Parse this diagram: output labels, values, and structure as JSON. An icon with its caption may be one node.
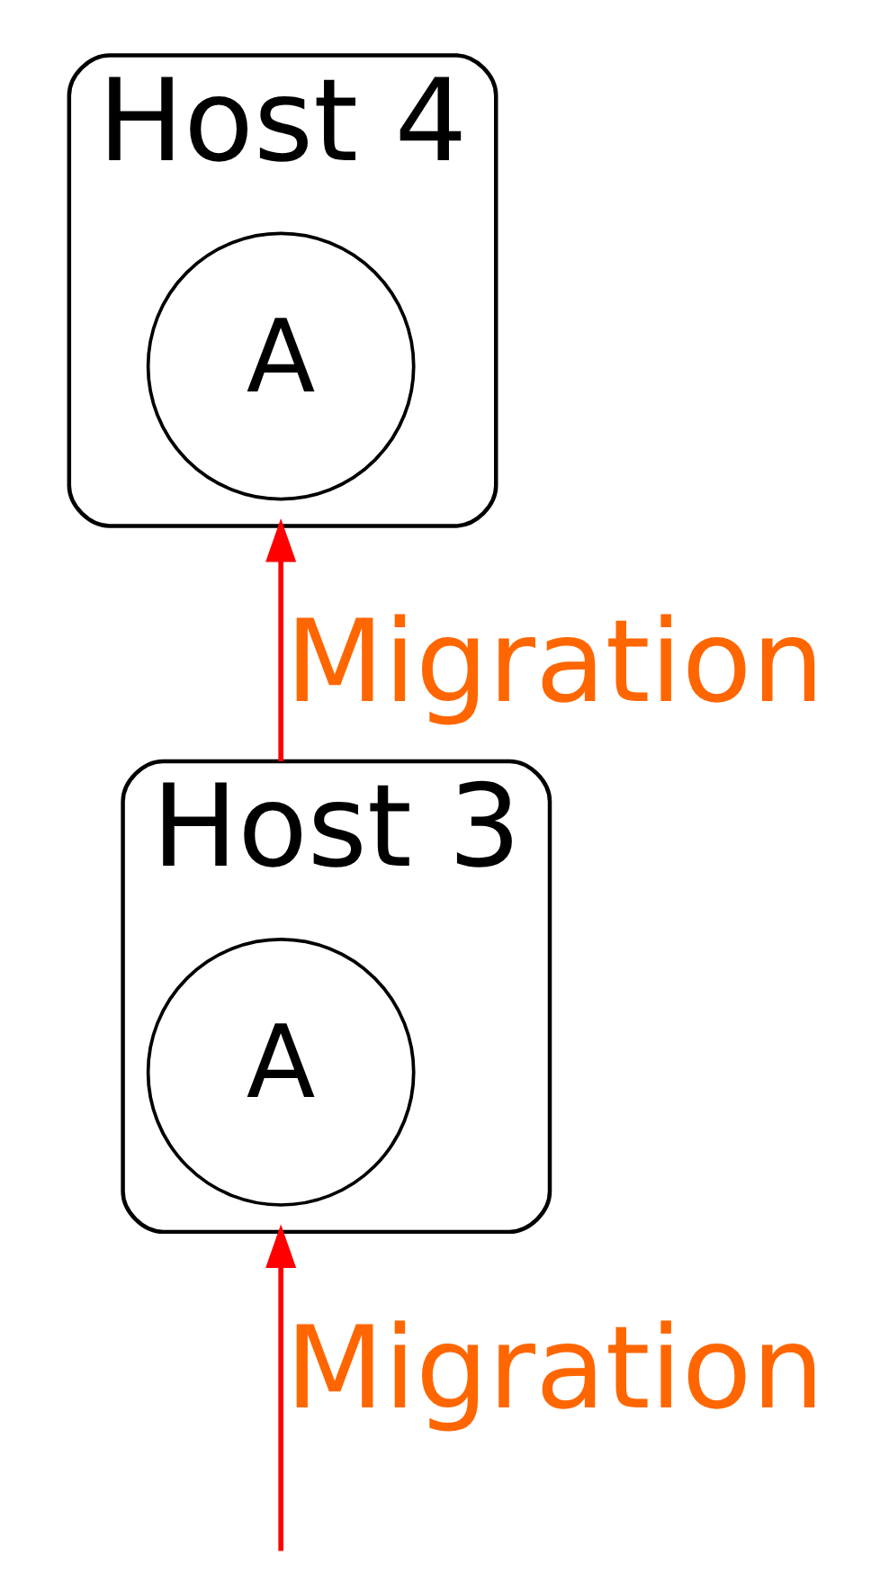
{
  "diagram": {
    "nodes": [
      {
        "text": [
          "Host 4"
        ]
      },
      {
        "text": [
          "A"
        ],
        "in": 0
      },
      {
        "text": [
          "Host 3"
        ]
      },
      {
        "text": [
          "A"
        ],
        "in": 2
      }
    ],
    "edges": [
      {
        "from": 2,
        "to": 0,
        "arrow": "to",
        "label": "Migration"
      },
      {
        "from": null,
        "to": 2,
        "arrow": "to",
        "label": "Migration"
      }
    ]
  }
}
